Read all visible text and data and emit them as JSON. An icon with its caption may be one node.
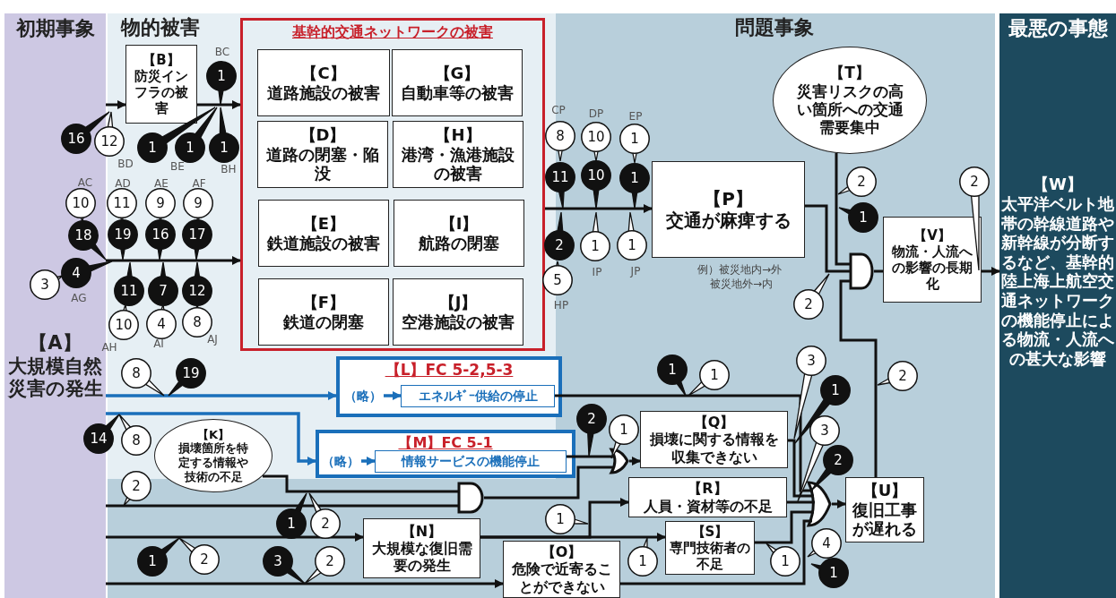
{
  "diagram": {
    "nodes": [
      {
        "text": [
          "初期事象",
          "【A】",
          "大規模自然災害の発生"
        ]
      },
      {
        "text": [
          "【B】",
          "防災インフラの被害"
        ]
      },
      {
        "text": [
          "基幹的交通ネットワークの被害"
        ]
      },
      {
        "text": [
          "【C】",
          "道路施設の被害"
        ],
        "in": 2
      },
      {
        "text": [
          "【G】",
          "自動車等の被害"
        ],
        "in": 2
      },
      {
        "text": [
          "【D】",
          "道路の閉塞・陥没"
        ],
        "in": 2
      },
      {
        "text": [
          "【H】",
          "港湾・漁港施設の被害"
        ],
        "in": 2
      },
      {
        "text": [
          "【E】",
          "鉄道施設の被害"
        ],
        "in": 2
      },
      {
        "text": [
          "【I】",
          "航路の閉塞"
        ],
        "in": 2
      },
      {
        "text": [
          "【F】",
          "鉄道の閉塞"
        ],
        "in": 2
      },
      {
        "text": [
          "【J】",
          "空港施設の被害"
        ],
        "in": 2
      },
      {
        "text": [
          "【L】FC 5-2,5-3"
        ]
      },
      {
        "text": [
          "（略）"
        ],
        "in": 11
      },
      {
        "text": [
          "エネルｷﾞｰ供給の停止"
        ],
        "in": 11
      },
      {
        "text": [
          "【M】FC 5-1"
        ]
      },
      {
        "text": [
          "（略）"
        ],
        "in": 14
      },
      {
        "text": [
          "情報サービスの機能停止"
        ],
        "in": 14
      },
      {
        "text": [
          "【K】",
          "損壊箇所を特定する情報や技術の不足"
        ]
      },
      {
        "text": [
          "【P】",
          "交通が麻痺する"
        ],
        "beside": [
          "例）被災地内→外",
          "被災地外→内"
        ]
      },
      {
        "text": [
          "【T】",
          "災害リスクの高い箇所への交通需要集中"
        ]
      },
      {
        "text": [
          "【V】",
          "物流・人流への影響の長期化"
        ]
      },
      {
        "text": [
          "【Q】",
          "損壊に関する情報を収集できない"
        ]
      },
      {
        "text": [
          "【R】",
          "人員・資材等の不足"
        ]
      },
      {
        "text": [
          "【N】",
          "大規模な復旧需要の発生"
        ]
      },
      {
        "text": [
          "【O】",
          "危険で近寄ることができない"
        ]
      },
      {
        "text": [
          "【S】",
          "専門技術者の不足"
        ]
      },
      {
        "text": [
          "【U】",
          "復旧工事が遅れる"
        ]
      },
      {
        "text": [
          "最悪の事態",
          "【W】",
          "太平洋ベルト地帯の幹線道路や新幹線が分断するなど、基幹的陸上海上航空交通ネットワークの機能停止による物流・人流への甚大な影響"
        ]
      },
      {
        "text": [],
        "shape": "gate"
      },
      {
        "text": [],
        "shape": "gate"
      },
      {
        "text": [],
        "shape": "gate"
      },
      {
        "text": [],
        "shape": "gate"
      }
    ],
    "edges": [
      {
        "from": 0,
        "to": 1,
        "arrow": "to"
      },
      {
        "from": 1,
        "to": 2,
        "arrow": "to"
      },
      {
        "from": 0,
        "to": 2,
        "arrow": "to"
      },
      {
        "from": 2,
        "to": 18,
        "arrow": "to"
      },
      {
        "from": 0,
        "to": 11,
        "arrow": "to",
        "color": "#1a6fba"
      },
      {
        "from": 0,
        "to": 14,
        "arrow": "to",
        "color": "#1a6fba"
      },
      {
        "from": 12,
        "to": 13,
        "arrow": "to",
        "color": "#1a6fba"
      },
      {
        "from": 15,
        "to": 16,
        "arrow": "to",
        "color": "#1a6fba"
      },
      {
        "from": 0,
        "to": 28,
        "arrow": "none"
      },
      {
        "from": 17,
        "to": 28,
        "arrow": "none"
      },
      {
        "from": 28,
        "to": 29,
        "arrow": "none"
      },
      {
        "from": 16,
        "to": 29,
        "arrow": "none"
      },
      {
        "from": 29,
        "to": 21,
        "arrow": "to"
      },
      {
        "from": 0,
        "to": 23,
        "arrow": "to"
      },
      {
        "from": 0,
        "to": 24,
        "arrow": "to"
      },
      {
        "from": 23,
        "to": 22,
        "arrow": "to"
      },
      {
        "from": 23,
        "to": 25,
        "arrow": "to"
      },
      {
        "from": 13,
        "to": 30,
        "arrow": "none"
      },
      {
        "from": 21,
        "to": 30,
        "arrow": "none"
      },
      {
        "from": 22,
        "to": 30,
        "arrow": "none"
      },
      {
        "from": 25,
        "to": 30,
        "arrow": "none"
      },
      {
        "from": 24,
        "to": 30,
        "arrow": "none"
      },
      {
        "from": 30,
        "to": 26,
        "arrow": "to"
      },
      {
        "from": 18,
        "to": 31,
        "arrow": "none"
      },
      {
        "from": 19,
        "to": 31,
        "arrow": "none"
      },
      {
        "from": 26,
        "to": 31,
        "arrow": "none"
      },
      {
        "from": 31,
        "to": 20,
        "arrow": "none"
      },
      {
        "from": 20,
        "to": 27,
        "arrow": "to"
      }
    ],
    "labels": [
      "物的被害",
      "問題事象",
      "BC",
      "1",
      "16",
      "12",
      "1",
      "1",
      "1",
      "BD",
      "BE",
      "BH",
      "AC",
      "AD",
      "AE",
      "AF",
      "10",
      "11",
      "9",
      "9",
      "18",
      "19",
      "16",
      "17",
      "3",
      "4",
      "AG",
      "11",
      "7",
      "12",
      "10",
      "4",
      "8",
      "AH",
      "AI",
      "AJ",
      "CP",
      "DP",
      "EP",
      "8",
      "10",
      "1",
      "11",
      "10",
      "1",
      "2",
      "1",
      "1",
      "5",
      "HP",
      "IP",
      "JP",
      "2",
      "1",
      "2",
      "2",
      "8",
      "19",
      "1",
      "1",
      "2",
      "14",
      "8",
      "2",
      "1",
      "2",
      "1",
      "2",
      "3",
      "2",
      "2",
      "1",
      "3",
      "1",
      "3",
      "2",
      "1",
      "1",
      "1",
      "4",
      "1"
    ]
  }
}
